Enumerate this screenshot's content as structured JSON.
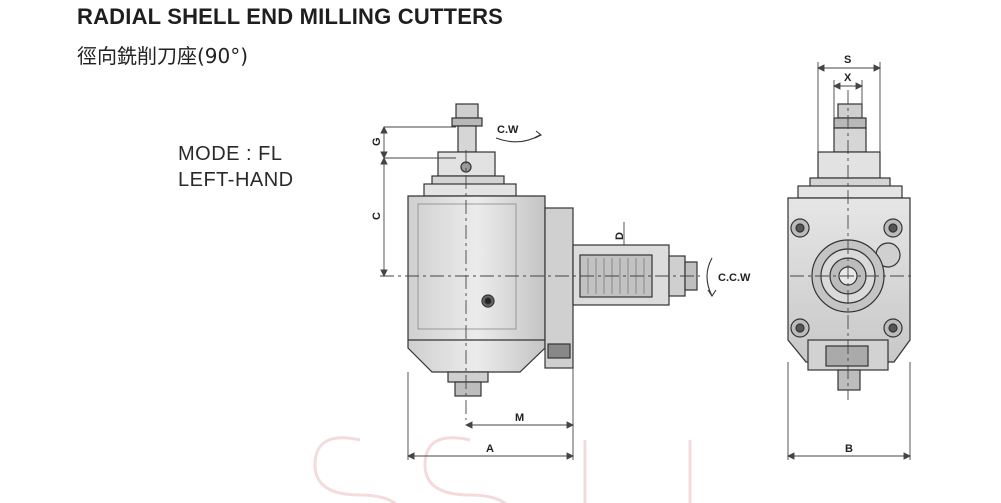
{
  "title": "RADIAL SHELL END MILLING CUTTERS",
  "subtitle": "徑向銑削刀座(90°)",
  "mode": {
    "line1": "MODE : FL",
    "line2": "LEFT-HAND"
  },
  "rotation": {
    "top": "C.W",
    "side": "C.C.W"
  },
  "dimensions": {
    "G": "G",
    "C": "C",
    "D": "D",
    "M": "M",
    "A": "A",
    "S": "S",
    "X": "X",
    "B": "B"
  },
  "colors": {
    "body": "#dcdcdc",
    "body_dark": "#bdbdbd",
    "outline": "#333333",
    "watermark": "#f3d8d8"
  }
}
